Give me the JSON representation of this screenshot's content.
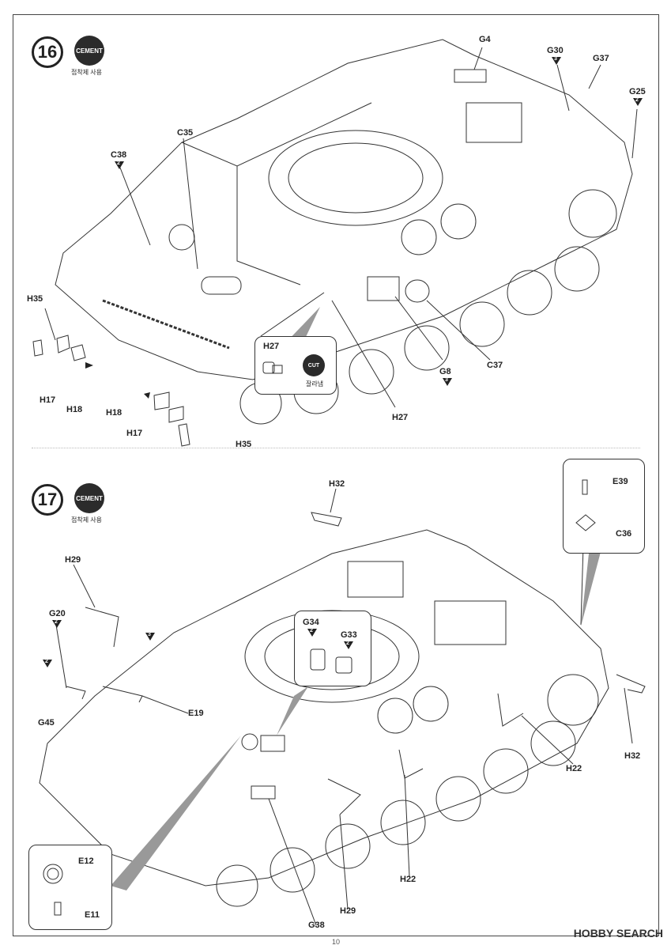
{
  "steps": [
    {
      "number": "16",
      "cement_badge": "CEMENT",
      "cement_caption": "접착제 사용"
    },
    {
      "number": "17",
      "cement_badge": "CEMENT",
      "cement_caption": "접착제 사용"
    }
  ],
  "step16_labels": {
    "g4": "G4",
    "g30": "G30",
    "g30_qty": "3",
    "g37": "G37",
    "g25": "G25",
    "g25_qty": "2",
    "c35": "C35",
    "c38": "C38",
    "c38_qty": "2",
    "h35_a": "H35",
    "h17_a": "H17",
    "h18_a": "H18",
    "h18_b": "H18",
    "h17_b": "H17",
    "h35_b": "H35",
    "h27_a": "H27",
    "h27_b": "H27",
    "g8": "G8",
    "g8_qty": "3",
    "c37": "C37",
    "cut_badge": "CUT",
    "cut_caption": "잘라냄"
  },
  "step17_labels": {
    "h32_a": "H32",
    "e39": "E39",
    "c36": "C36",
    "h29_a": "H29",
    "g20": "G20",
    "g20_qty": "2",
    "qty_3": "3",
    "g45": "G45",
    "g45_qty": "2",
    "e19": "E19",
    "g34": "G34",
    "g34_qty": "2",
    "g33": "G33",
    "g33_qty": "2",
    "h32_b": "H32",
    "h22_a": "H22",
    "h22_b": "H22",
    "e12": "E12",
    "e11": "E11",
    "h29_b": "H29",
    "g38": "G38"
  },
  "footer": {
    "page_number": "10",
    "watermark": "HOBBY SEARCH"
  }
}
